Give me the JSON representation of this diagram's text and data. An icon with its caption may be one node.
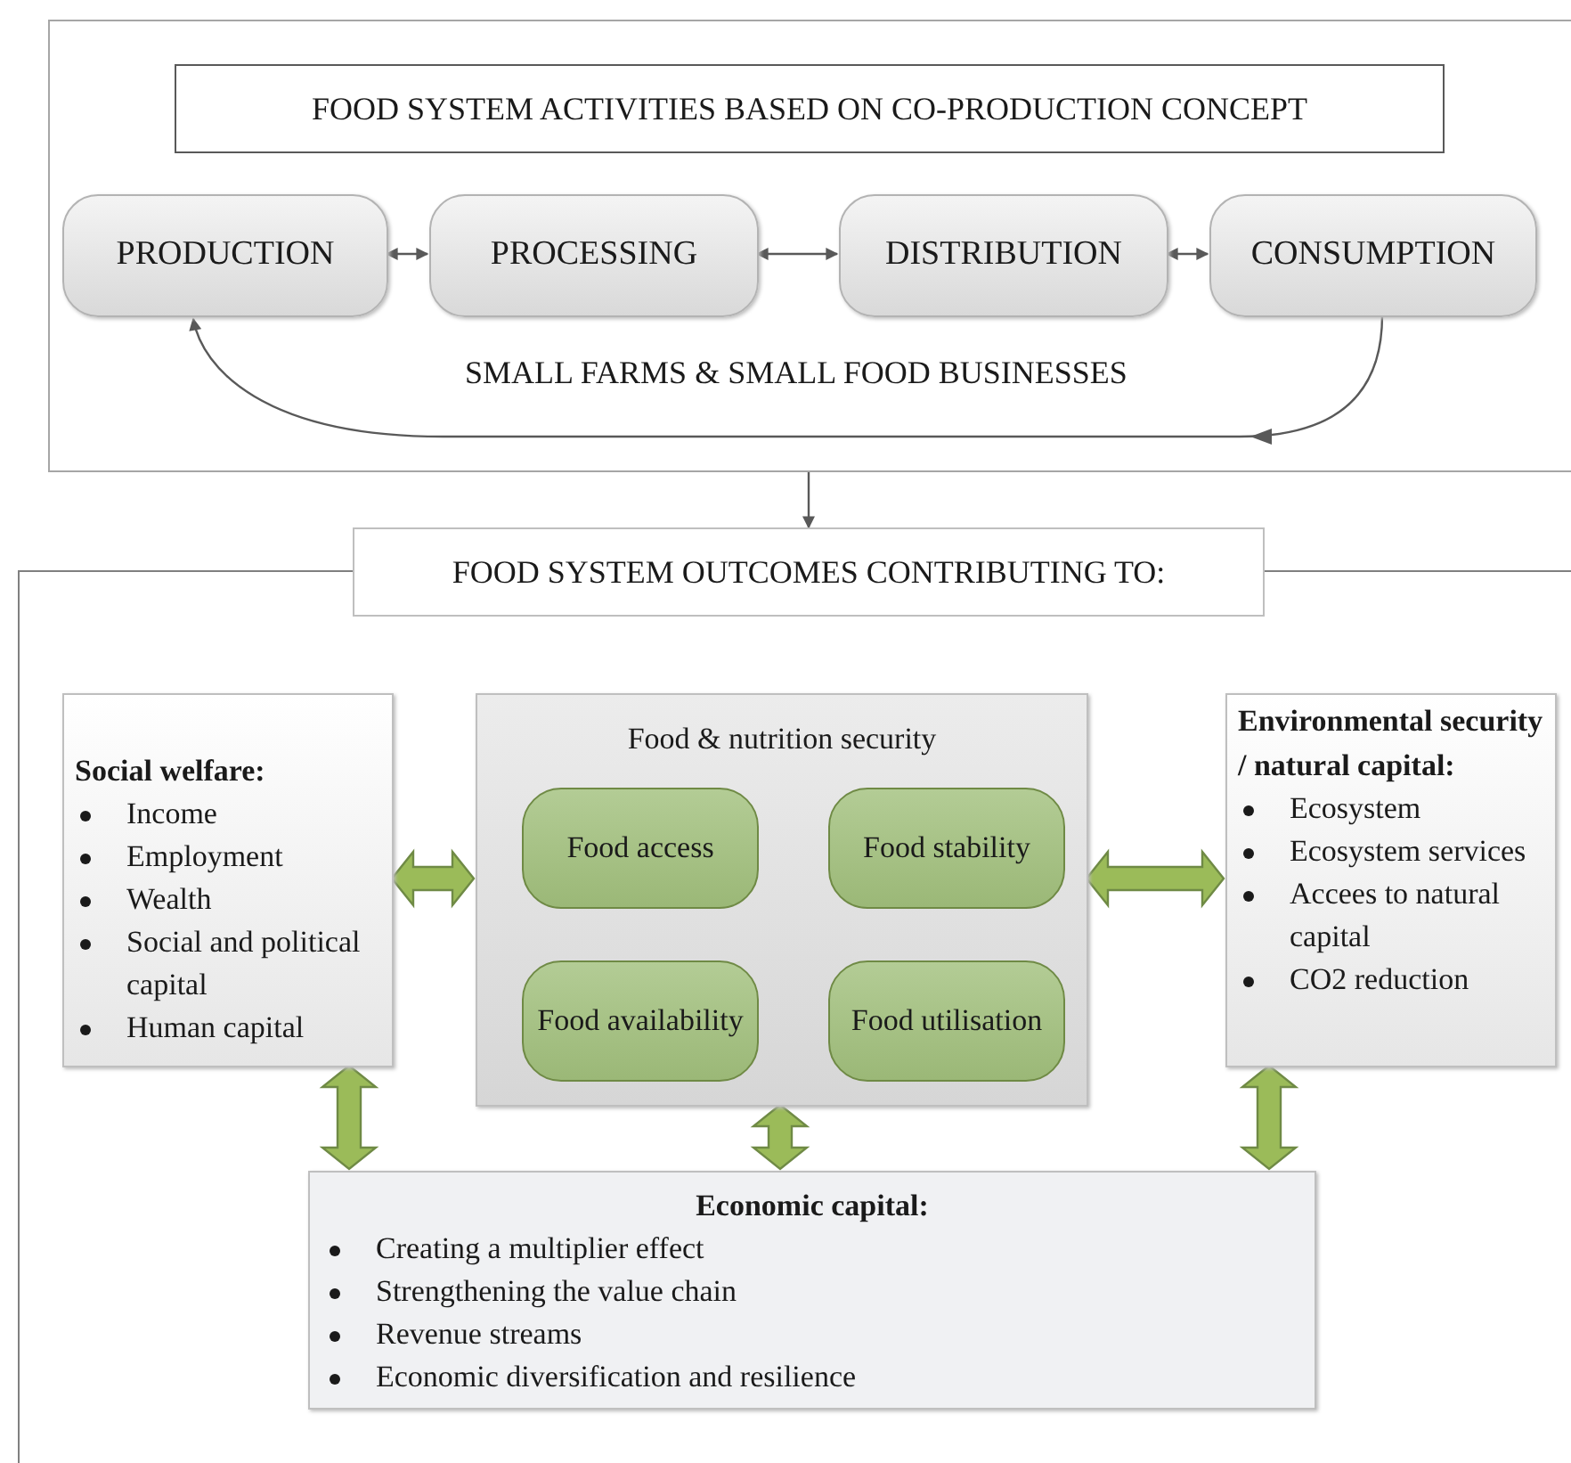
{
  "diagram": {
    "nodes": [
      {
        "text": [],
        "shape": "box"
      },
      {
        "text": [
          "FOOD SYSTEM ACTIVITIES BASED ON CO-PRODUCTION CONCEPT"
        ],
        "in": 0
      },
      {
        "text": [
          "PRODUCTION"
        ],
        "in": 0
      },
      {
        "text": [
          "PROCESSING"
        ],
        "in": 0
      },
      {
        "text": [
          "DISTRIBUTION"
        ],
        "in": 0
      },
      {
        "text": [
          "CONSUMPTION"
        ],
        "in": 0
      },
      {
        "text": [],
        "shape": "box"
      },
      {
        "text": [
          "FOOD SYSTEM OUTCOMES CONTRIBUTING TO:"
        ]
      },
      {
        "text": [
          "Social welfare:",
          "Income",
          "Employment",
          "Wealth",
          "Social and political capital",
          "Human capital"
        ],
        "in": 6
      },
      {
        "text": [
          "Food & nutrition security"
        ],
        "in": 6
      },
      {
        "text": [
          "Food access"
        ],
        "in": 9
      },
      {
        "text": [
          "Food stability"
        ],
        "in": 9
      },
      {
        "text": [
          "Food availability"
        ],
        "in": 9
      },
      {
        "text": [
          "Food utilisation"
        ],
        "in": 9
      },
      {
        "text": [
          "Environmental security / natural capital:",
          "Ecosystem",
          "Ecosystem services",
          "Accees to natural capital",
          "CO2 reduction"
        ],
        "in": 6
      },
      {
        "text": [
          "Economic capital:",
          "Creating a multiplier effect",
          "Strengthening the value chain",
          "Revenue streams",
          "Economic diversification and resilience"
        ],
        "in": 6
      }
    ],
    "edges": [
      {
        "from": 2,
        "to": 3,
        "arrow": "both"
      },
      {
        "from": 3,
        "to": 4,
        "arrow": "both"
      },
      {
        "from": 4,
        "to": 5,
        "arrow": "both"
      },
      {
        "from": 5,
        "to": 2,
        "arrow": "to"
      },
      {
        "from": 0,
        "to": 7,
        "arrow": "to"
      },
      {
        "from": 8,
        "to": 9,
        "arrow": "both",
        "style": "thick",
        "color": "#9bbb59"
      },
      {
        "from": 9,
        "to": 14,
        "arrow": "both",
        "style": "thick",
        "color": "#9bbb59"
      },
      {
        "from": 8,
        "to": 15,
        "arrow": "both",
        "style": "thick",
        "color": "#9bbb59"
      },
      {
        "from": 9,
        "to": 15,
        "arrow": "both",
        "style": "thick",
        "color": "#9bbb59"
      },
      {
        "from": 14,
        "to": 15,
        "arrow": "both",
        "style": "thick",
        "color": "#9bbb59"
      }
    ],
    "labels": [
      "SMALL FARMS & SMALL FOOD BUSINESSES"
    ]
  }
}
